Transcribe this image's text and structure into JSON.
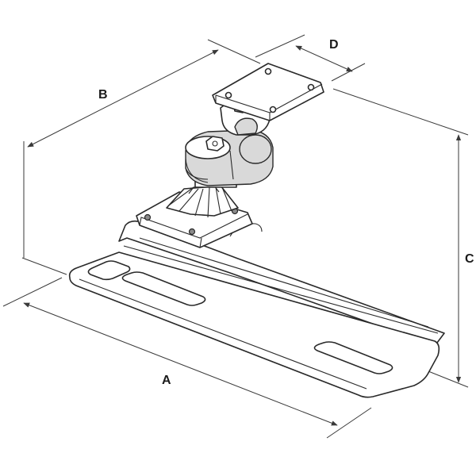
{
  "diagram": {
    "dimension_labels": {
      "a": "A",
      "b": "B",
      "c": "C",
      "d": "D"
    },
    "colors": {
      "line": "#2a2a2a",
      "background": "#ffffff",
      "shade": "#d9d9d9"
    }
  }
}
